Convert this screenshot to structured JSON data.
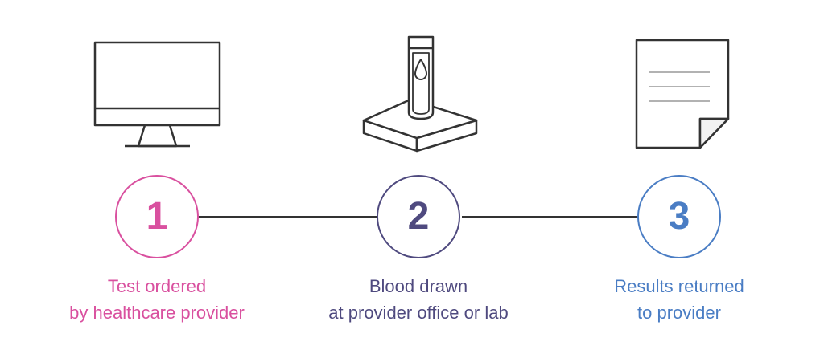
{
  "colors": {
    "step1": "#d9509f",
    "step2": "#4f4a7f",
    "step3": "#4a7dc4",
    "line": "#333333",
    "icon_stroke": "#333333"
  },
  "steps": [
    {
      "number": "1",
      "icon": "desktop-monitor-icon",
      "caption_line1": "Test ordered",
      "caption_line2": "by healthcare provider"
    },
    {
      "number": "2",
      "icon": "blood-tube-in-stand-icon",
      "caption_line1": "Blood drawn",
      "caption_line2": "at provider office or lab"
    },
    {
      "number": "3",
      "icon": "document-page-icon",
      "caption_line1": "Results returned",
      "caption_line2": "to provider"
    }
  ]
}
